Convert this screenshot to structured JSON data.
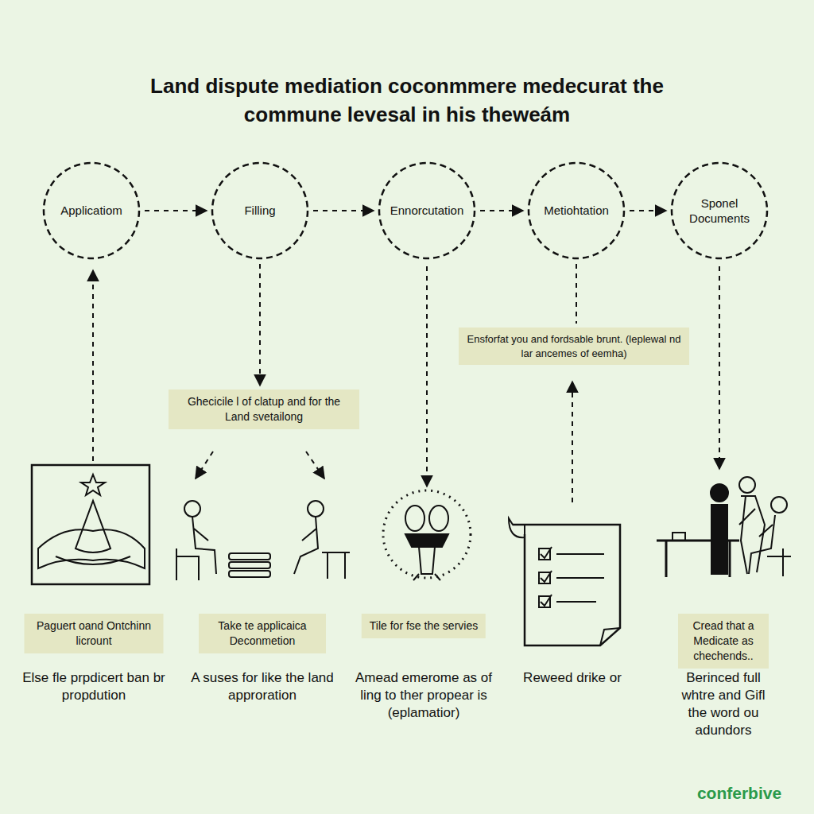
{
  "diagram": {
    "title": "Land dispute mediation coconmmere medecurat the commune levesal in his theweám",
    "nodes": [
      {
        "text": [
          "Applicatiom"
        ]
      },
      {
        "text": [
          "Filling"
        ]
      },
      {
        "text": [
          "Ennorcutation"
        ]
      },
      {
        "text": [
          "Metiohtation"
        ]
      },
      {
        "text": [
          "Sponel Documents"
        ]
      },
      {
        "text": [
          "Ensforfat you and fordsable brunt. (leplewal nd lar ancemes of eemha)"
        ]
      },
      {
        "text": [
          "Ghecicile l of clatup and for the Land svetailong"
        ]
      },
      {
        "text": [
          "Paguert oand Ontchinn licrount"
        ]
      },
      {
        "text": [
          "Take te applicaica Deconmetion"
        ]
      },
      {
        "text": [
          "Tile for fse the servies"
        ]
      },
      {
        "text": [
          "Cread that a Medicate as chechends.."
        ]
      }
    ],
    "edges": [
      {
        "from": 0,
        "to": 1,
        "arrow": "to"
      },
      {
        "from": 1,
        "to": 2,
        "arrow": "to"
      },
      {
        "from": 2,
        "to": 3,
        "arrow": "to"
      },
      {
        "from": 3,
        "to": 4,
        "arrow": "to"
      },
      {
        "from": 1,
        "to": 6,
        "arrow": "to"
      },
      {
        "from": 3,
        "to": 5,
        "arrow": "none"
      }
    ],
    "labels": [
      "Else fle prpdicert ban br propdution",
      "A suses for like the land approration",
      "Amead emerome as of ling to ther propear is (eplamatior)",
      "Reweed drike or",
      "Berinced full whtre and Gifl the word ou adundors",
      "conferbive"
    ]
  }
}
